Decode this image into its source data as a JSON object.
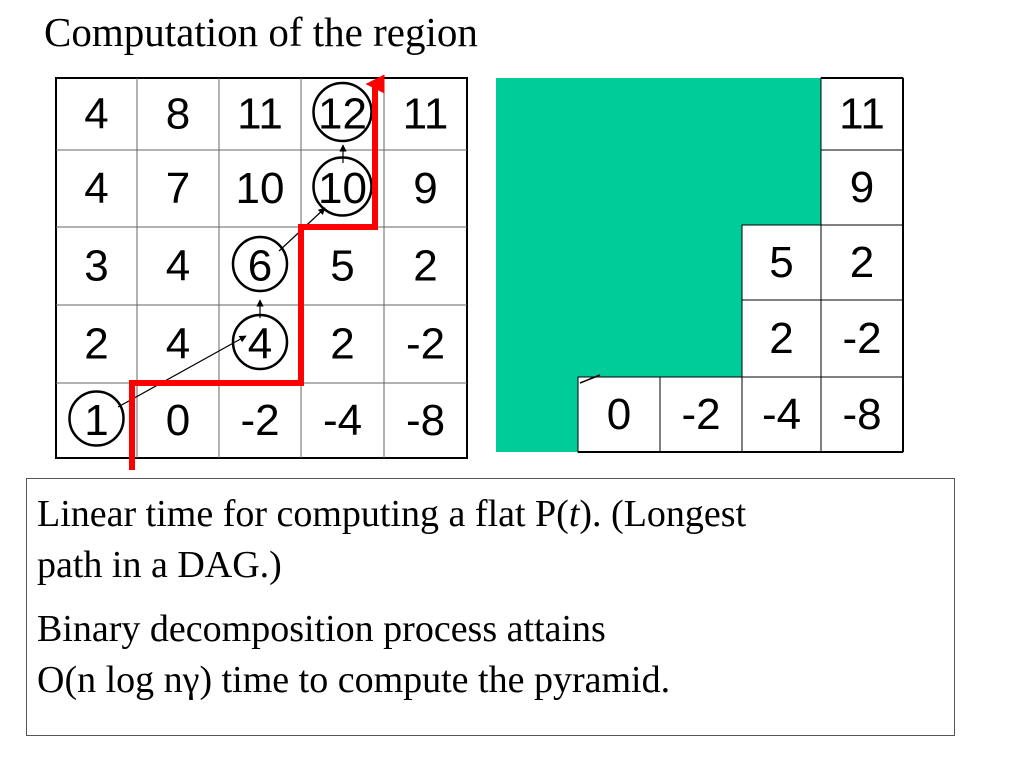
{
  "title": "Computation of the region",
  "left_grid": {
    "rows": [
      [
        "4",
        "8",
        "11",
        "12",
        "11"
      ],
      [
        "4",
        "7",
        "10",
        "10",
        "9"
      ],
      [
        "3",
        "4",
        "6",
        "5",
        "2"
      ],
      [
        "2",
        "4",
        "4",
        "2",
        "-2"
      ],
      [
        "1",
        "0",
        "-2",
        "-4",
        "-8"
      ]
    ],
    "circled": [
      [
        4,
        0
      ],
      [
        3,
        2
      ],
      [
        2,
        2
      ],
      [
        1,
        3
      ],
      [
        0,
        3
      ]
    ]
  },
  "right_grid": {
    "cells": [
      {
        "row": 0,
        "col": 4,
        "text": "11"
      },
      {
        "row": 1,
        "col": 4,
        "text": "9"
      },
      {
        "row": 2,
        "col": 3,
        "text": "5"
      },
      {
        "row": 2,
        "col": 4,
        "text": "2"
      },
      {
        "row": 3,
        "col": 3,
        "text": "2"
      },
      {
        "row": 3,
        "col": 4,
        "text": "-2"
      },
      {
        "row": 4,
        "col": 1,
        "text": "0"
      },
      {
        "row": 4,
        "col": 2,
        "text": "-2"
      },
      {
        "row": 4,
        "col": 3,
        "text": "-4"
      },
      {
        "row": 4,
        "col": 4,
        "text": "-8"
      }
    ]
  },
  "colors": {
    "path": "#ff0000",
    "region": "#00cc99"
  },
  "textbox": {
    "p1": {
      "a": "Linear time for computing a flat P(",
      "t": "t",
      "b": ").  (Longest",
      "line2": "path in a DAG.)"
    },
    "p2": {
      "line1": "Binary decomposition process attains",
      "line2": "O(n log nγ) time to compute the pyramid."
    }
  }
}
